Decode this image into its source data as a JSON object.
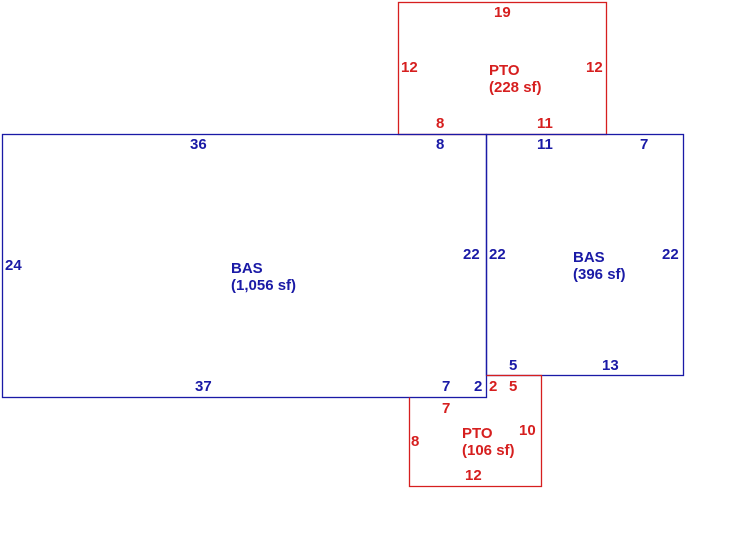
{
  "colors": {
    "living": "#1a1aa6",
    "patio": "#d61f1f"
  },
  "areas": {
    "pto_top": {
      "name": "PTO",
      "size": "(228 sf)"
    },
    "bas_main": {
      "name": "BAS",
      "size": "(1,056 sf)"
    },
    "bas_right": {
      "name": "BAS",
      "size": "(396 sf)"
    },
    "pto_bottom": {
      "name": "PTO",
      "size": "(106 sf)"
    }
  },
  "dims": {
    "pto_top": {
      "top": "19",
      "left": "12",
      "right": "12",
      "bottom_a": "8",
      "bottom_b": "11"
    },
    "bas_main": {
      "top_a": "36",
      "top_b": "8",
      "left": "24",
      "right": "22",
      "bottom_a": "37",
      "bottom_b": "7",
      "bottom_c": "2"
    },
    "bas_right": {
      "top_a": "11",
      "top_b": "7",
      "left": "22",
      "right": "22",
      "bottom_a": "5",
      "bottom_b": "13"
    },
    "pto_bottom": {
      "top_a": "2",
      "top_b": "5",
      "top_c": "7",
      "left": "8",
      "right": "10",
      "bottom": "12"
    }
  }
}
